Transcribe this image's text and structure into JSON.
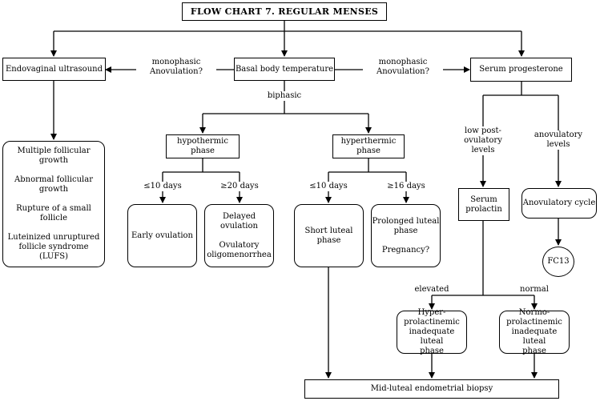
{
  "title": "FLOW CHART 7. REGULAR MENSES",
  "nodes": {
    "endovaginal": "Endovaginal ultrasound",
    "bbt": "Basal body temperature",
    "progesterone": "Serum progesterone",
    "findings": [
      "Multiple follicular",
      "growth",
      "Abnormal follicular",
      "growth",
      "Rupture of a small",
      "follicle",
      "Luteinized unruptured",
      "follicle syndrome",
      "(LUFS)"
    ],
    "hypothermic": [
      "hypothermic",
      "phase"
    ],
    "hyperthermic": [
      "hyperthermic",
      "phase"
    ],
    "early_ovulation": "Early ovulation",
    "delayed": [
      "Delayed",
      "ovulation",
      "Ovulatory",
      "oligomenorrhea"
    ],
    "short_luteal": [
      "Short luteal",
      "phase"
    ],
    "prolonged": [
      "Prolonged luteal",
      "phase",
      "Pregnancy?"
    ],
    "prolactin": [
      "Serum",
      "prolactin"
    ],
    "anovulatory_cycle": "Anovulatory cycle",
    "fc13": "FC13",
    "hyper_prl": [
      "Hyper-",
      "prolactinemic",
      "inadequate luteal",
      "phase"
    ],
    "normo_prl": [
      "Normo-",
      "prolactinemic",
      "inadequate luteal",
      "phase"
    ],
    "biopsy": "Mid-luteal endometrial biopsy"
  },
  "edge_labels": {
    "mono_left": [
      "monophasic",
      "Anovulation?"
    ],
    "mono_right": [
      "monophasic",
      "Anovulation?"
    ],
    "biphasic": "biphasic",
    "le10_a": "≤10 days",
    "ge20": "≥20 days",
    "le10_b": "≤10 days",
    "ge16": "≥16 days",
    "low_post": [
      "low post-",
      "ovulatory",
      "levels"
    ],
    "anov_levels": [
      "anovulatory",
      "levels"
    ],
    "elevated": "elevated",
    "normal": "normal"
  }
}
